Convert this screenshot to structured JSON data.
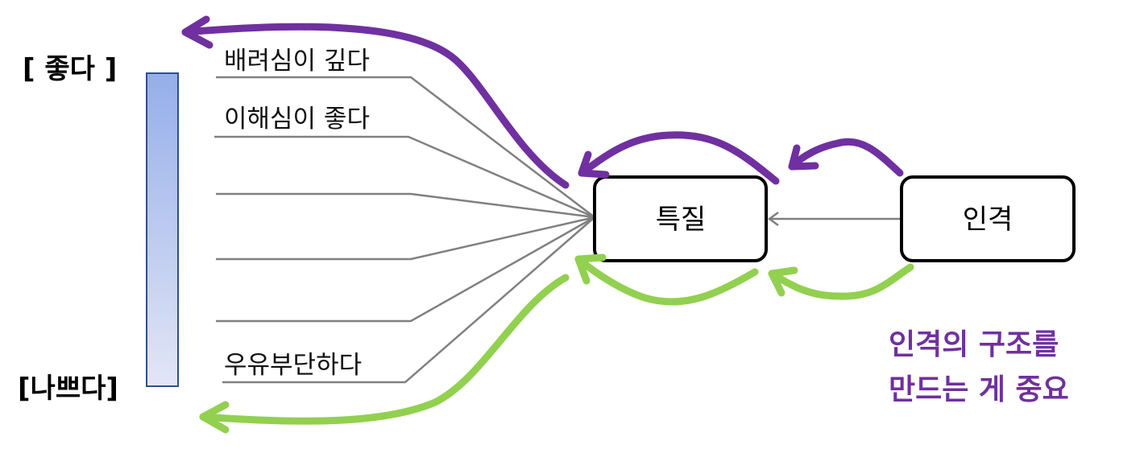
{
  "scale": {
    "top_label": "[ 좋다 ]",
    "bottom_label": "[나쁘다]"
  },
  "traits": [
    {
      "label": "배려심이 깊다"
    },
    {
      "label": "이해심이 좋다"
    },
    {
      "label": ""
    },
    {
      "label": ""
    },
    {
      "label": ""
    },
    {
      "label": "우유부단하다"
    }
  ],
  "boxes": {
    "trait": "특질",
    "personality": "인격"
  },
  "note": {
    "line1": "인격의 구조를",
    "line2": "만드는 게 중요"
  },
  "colors": {
    "purple": "#7030a0",
    "green": "#92d050",
    "connector": "#808080",
    "bar_top": "#95aeea",
    "bar_bottom": "#e2e6f6"
  }
}
